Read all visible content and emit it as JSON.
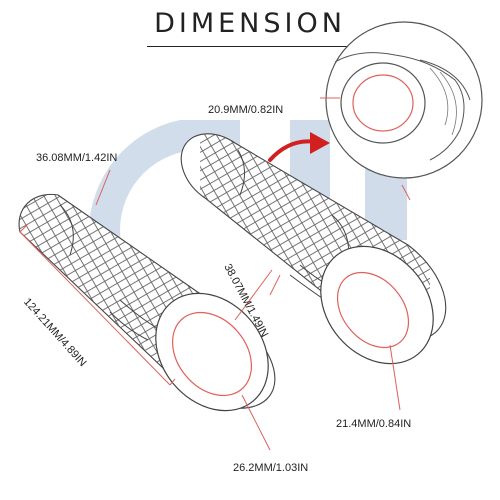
{
  "title": "DIMENSION",
  "dimensions": {
    "inner_inset": "20.9MM/0.82IN",
    "top_diameter": "36.08MM/1.42IN",
    "mid_diameter": "38.07MM/1.49IN",
    "length": "124.21MM/4.89IN",
    "inner_outer": "21.4MM/0.84IN",
    "bottom_diameter": "26.2MM/1.03IN"
  },
  "colors": {
    "watermark": "#c9d7e8",
    "line": "#333333",
    "dimension_line": "#e0605a",
    "arrow": "#d21f1f"
  }
}
